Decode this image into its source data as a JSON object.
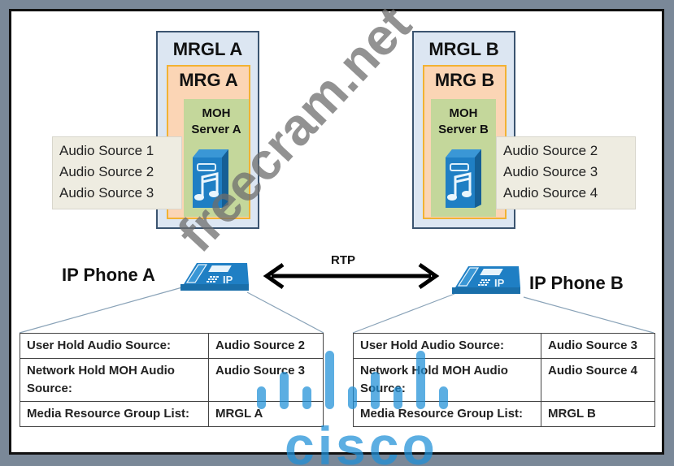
{
  "left": {
    "mrgl_title": "MRGL A",
    "mrg_title": "MRG A",
    "moh_title_line1": "MOH",
    "moh_title_line2": "Server  A",
    "audio_sources": [
      "Audio Source 1",
      "Audio Source 2",
      "Audio Source 3"
    ],
    "phone_label": "IP Phone A",
    "phone_icon_text": "IP",
    "config": [
      {
        "label": "User Hold Audio Source:",
        "value": "Audio Source 2"
      },
      {
        "label": "Network Hold MOH Audio Source:",
        "value": "Audio Source 3"
      },
      {
        "label": "Media Resource Group List:",
        "value": "MRGL  A"
      }
    ]
  },
  "right": {
    "mrgl_title": "MRGL B",
    "mrg_title": "MRG B",
    "moh_title_line1": "MOH",
    "moh_title_line2": "Server  B",
    "audio_sources": [
      "Audio Source 2",
      "Audio Source 3",
      "Audio Source 4"
    ],
    "phone_label": "IP Phone B",
    "phone_icon_text": "IP",
    "config": [
      {
        "label": "User Hold Audio Source:",
        "value": "Audio Source 3"
      },
      {
        "label": "Network Hold MOH Audio Source:",
        "value": "Audio Source 4"
      },
      {
        "label": "Media Resource Group List:",
        "value": "MRGL B"
      }
    ]
  },
  "link": {
    "label": "RTP"
  },
  "watermark": {
    "text": "freecram.net",
    "brand": "cisco"
  },
  "colors": {
    "icon_blue": "#1f7fc4",
    "mrgl_fill": "#dce6f2",
    "mrg_fill": "#fbd5b5",
    "moh_fill": "#c4d79b",
    "source_fill": "#eeece1"
  }
}
